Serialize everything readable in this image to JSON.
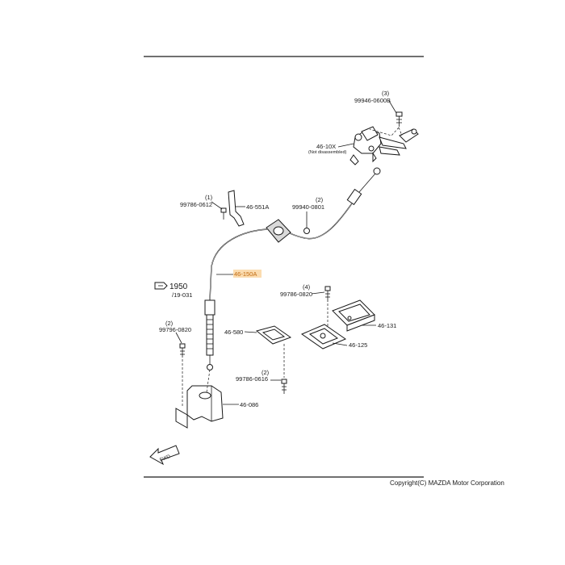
{
  "diagram": {
    "highlight_color": "#f7b04a",
    "labels": {
      "bolt_top_qty": "(3)",
      "bolt_top_pn": "99946-0600B",
      "shifter_pn": "46-10X",
      "shifter_note": "(Not disassembled)",
      "bolt_bracket_qty": "(1)",
      "bolt_bracket_pn": "99786-0612",
      "bracket_pn": "46-551A",
      "nut_qty": "(2)",
      "nut_pn": "99940-0801",
      "cable_pn": "46-150A",
      "ref_page": "1950",
      "ref_sub": "/19-031",
      "bolt_left_qty": "(2)",
      "bolt_left_pn": "99796-0820",
      "boot_pn": "46-580",
      "bolt_boot_qty": "(2)",
      "bolt_boot_pn": "99786-0616",
      "bracket_low_pn": "46-086",
      "bolt_plate_qty": "(4)",
      "bolt_plate_pn": "99786-0820",
      "plate_pn": "46-131",
      "gasket_pn": "46-125",
      "fwd": "FWD"
    }
  },
  "footer": {
    "copyright": "Copyright(C) MAZDA Motor Corporation"
  }
}
